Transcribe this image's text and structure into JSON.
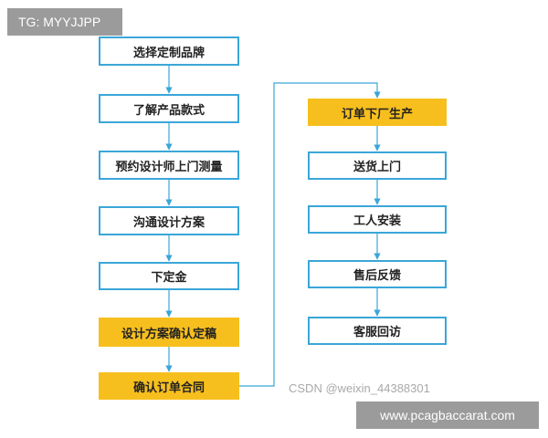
{
  "top_label": "TG: MYYJJPP",
  "left_column": [
    {
      "label": "选择定制品牌",
      "highlight": false
    },
    {
      "label": "了解产品款式",
      "highlight": false
    },
    {
      "label": "预约设计师上门测量",
      "highlight": false
    },
    {
      "label": "沟通设计方案",
      "highlight": false
    },
    {
      "label": "下定金",
      "highlight": false
    },
    {
      "label": "设计方案确认定稿",
      "highlight": true
    },
    {
      "label": "确认订单合同",
      "highlight": true
    }
  ],
  "right_column": [
    {
      "label": "订单下厂生产",
      "highlight": true
    },
    {
      "label": "送货上门",
      "highlight": false
    },
    {
      "label": "工人安装",
      "highlight": false
    },
    {
      "label": "售后反馈",
      "highlight": false
    },
    {
      "label": "客服回访",
      "highlight": false
    }
  ],
  "colors": {
    "border": "#3aa6d8",
    "highlight": "#f7bf1e",
    "connector": "#3aa6d8"
  },
  "watermark": "CSDN @weixin_44388301",
  "site_label": "www.pcagbaccarat.com"
}
